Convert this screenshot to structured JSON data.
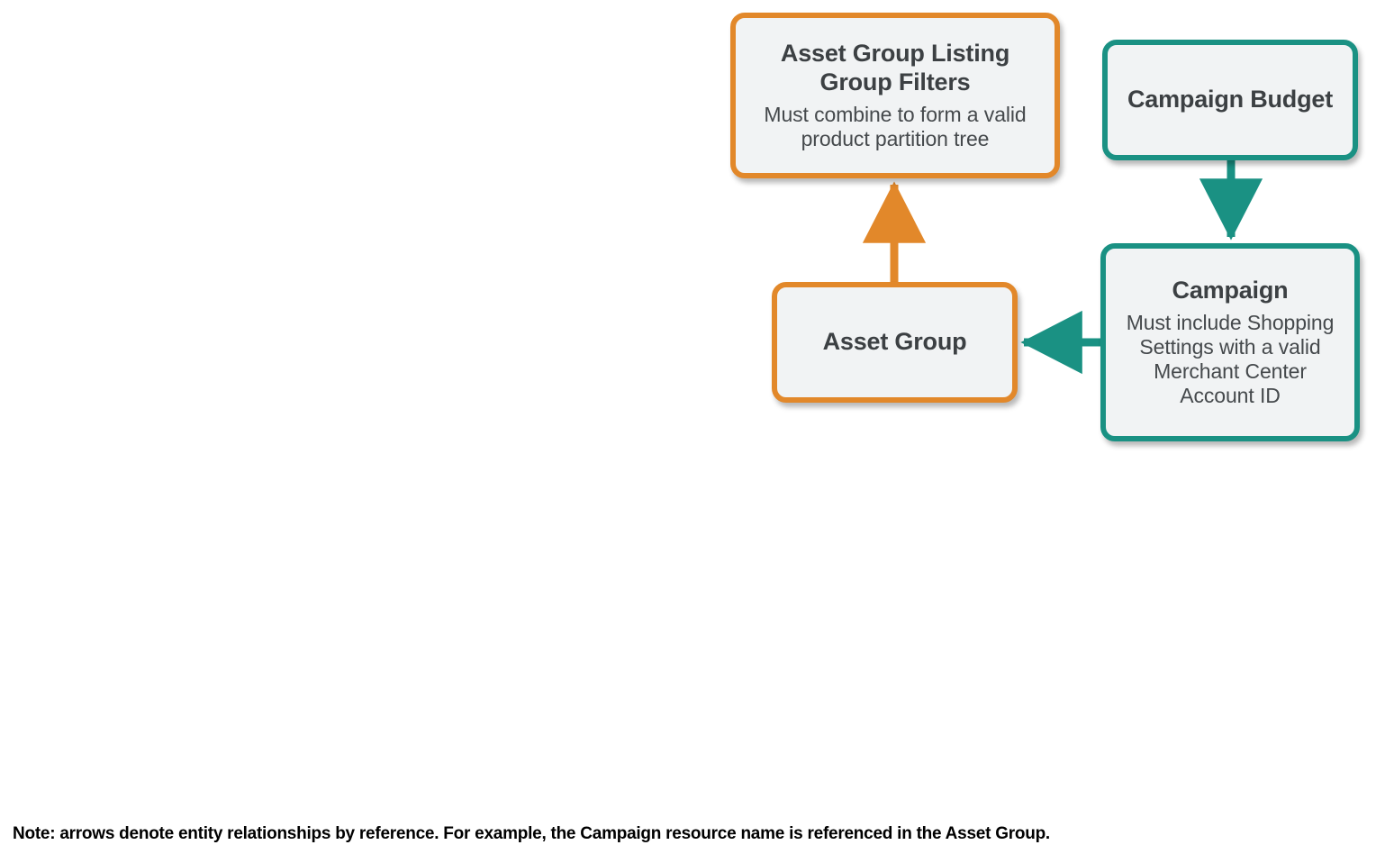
{
  "diagram": {
    "type": "entity-relationship-flow",
    "background": "#ffffff",
    "palette": {
      "orange": "#e2882a",
      "teal": "#1a9183",
      "node_fill": "#f1f3f4",
      "title_text": "#3c4043",
      "subtitle_text": "#45494c",
      "footnote_text": "#000000"
    },
    "nodes": [
      {
        "id": "asset-group-listing-group-filters",
        "title": "Asset Group Listing Group Filters",
        "subtitle": "Must combine to form a valid product partition tree",
        "color": "orange"
      },
      {
        "id": "campaign-budget",
        "title": "Campaign Budget",
        "subtitle": "",
        "color": "teal"
      },
      {
        "id": "asset-group",
        "title": "Asset Group",
        "subtitle": "",
        "color": "orange"
      },
      {
        "id": "campaign",
        "title": "Campaign",
        "subtitle": "Must include Shopping Settings with a valid Merchant Center Account ID",
        "color": "teal"
      }
    ],
    "edges": [
      {
        "id": "asset-group-to-listing-filters",
        "from": "asset-group",
        "to": "asset-group-listing-group-filters",
        "direction": "up",
        "color": "orange"
      },
      {
        "id": "campaign-budget-to-campaign",
        "from": "campaign-budget",
        "to": "campaign",
        "direction": "down",
        "color": "teal"
      },
      {
        "id": "campaign-to-asset-group",
        "from": "campaign",
        "to": "asset-group",
        "direction": "left",
        "color": "teal"
      }
    ]
  },
  "footnote": {
    "text": "Note: arrows denote entity relationships by reference. For example, the Campaign resource name is referenced in the Asset Group."
  }
}
